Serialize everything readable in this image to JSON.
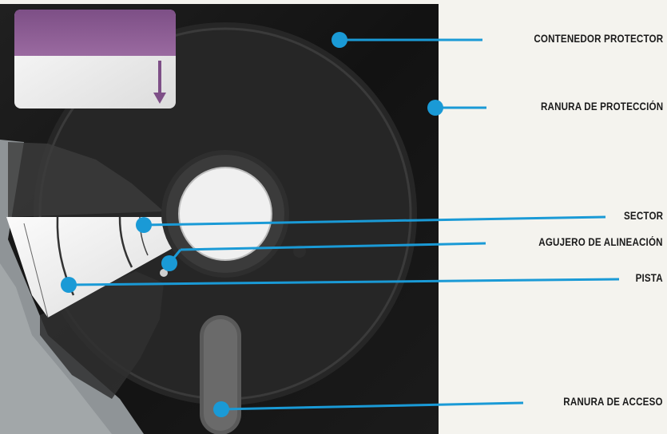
{
  "labels": [
    "CONTENEDOR PROTECTOR",
    "RANURA DE PROTECCIÓN",
    "SECTOR",
    "AGUJERO DE ALINEACIÓN",
    "PISTA",
    "RANURA DE ACCESO"
  ],
  "colors": {
    "line": "#1a9ad6",
    "jacket": "#161616",
    "background": "#f4f3ee",
    "label_tab": "#8e5b94",
    "text": "#1a1a1a"
  },
  "icons": {
    "write_protect_arrow": "arrow-down-icon"
  }
}
